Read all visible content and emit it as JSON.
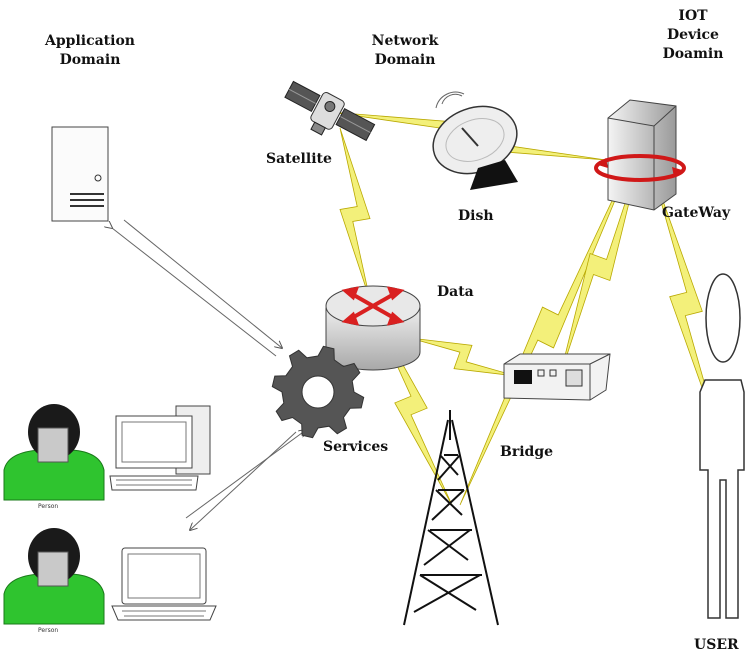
{
  "domains": {
    "application": [
      "Application",
      "Domain"
    ],
    "network": [
      "Network",
      "Domain"
    ],
    "iot": [
      "IOT",
      "Device",
      "Doamin"
    ]
  },
  "labels": {
    "satellite": "Satellite",
    "dish": "Dish",
    "gateway": "GateWay",
    "data": "Data",
    "services": "Services",
    "bridge": "Bridge",
    "user": "USER",
    "person": "Person"
  },
  "colors": {
    "lightning_fill": "#f3f07a",
    "lightning_stroke": "#b9a800",
    "router_arrows": "#d92020",
    "person_shirt": "#2fc42f",
    "gear": "#555555",
    "gateway_ring": "#d01818"
  },
  "icons": [
    "satellite-icon",
    "dish-icon",
    "gateway-server-icon",
    "router-icon",
    "gear-icon",
    "bridge-icon",
    "tower-icon",
    "server-icon",
    "desktop-computer-icon",
    "laptop-icon",
    "person-icon",
    "user-figure-icon"
  ]
}
